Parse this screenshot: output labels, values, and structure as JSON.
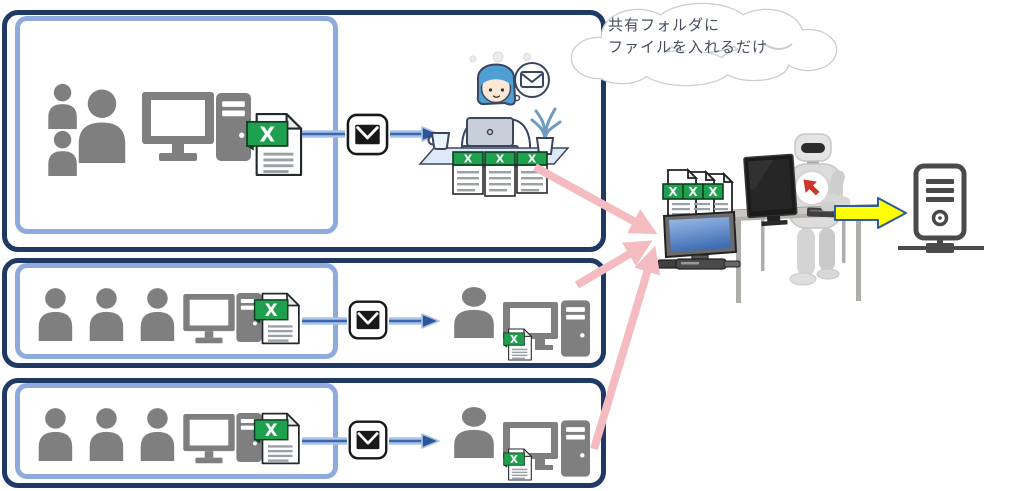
{
  "callout": {
    "lines": [
      "共有フォルダに",
      "ファイルを入れるだけ"
    ]
  },
  "excel": {
    "label": "X"
  },
  "colors": {
    "navy": "#1f3864",
    "peri": "#8faadc",
    "gray": "#7f7f7f",
    "green": "#1fa04e",
    "green_edge": "#0d3d20",
    "ink": "#3a4660",
    "arrow_light": "#a9c3e9",
    "arrow_core": "#3c66b0",
    "arrow_head": "#2e5597",
    "pink": "#f4bcc1",
    "yellow": "#ffff00",
    "yellow_edge": "#2f5b9b",
    "dark": "#4a4a4a",
    "red": "#d0342a",
    "hair": "#4f9fd4",
    "cloud_edge": "#c9cdd4",
    "text": "#454f5e",
    "desk": "#dfe9f5"
  },
  "groups": {
    "senders": [
      {
        "people": 3,
        "attachment": "excel-file",
        "channel": "email"
      },
      {
        "people": 3,
        "attachment": "excel-file",
        "channel": "email"
      },
      {
        "people": 3,
        "attachment": "excel-file",
        "channel": "email"
      }
    ],
    "desk_documents": 3,
    "hub_documents": 3
  }
}
